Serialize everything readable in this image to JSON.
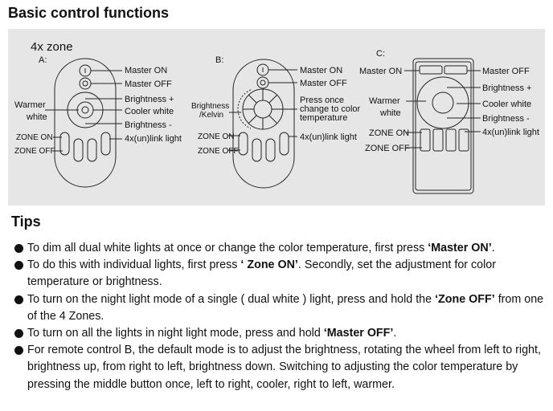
{
  "heading": "Basic control functions",
  "diagram": {
    "title": "4x zone",
    "a": {
      "label": "A:",
      "master_on": "Master ON",
      "master_off": "Master OFF",
      "brightness_up": "Brightness +",
      "cooler": "Cooler white",
      "brightness_down": "Brightness -",
      "link": "4x(un)link light",
      "warmer1": "Warmer",
      "warmer2": "white",
      "zone_on": "ZONE ON",
      "zone_off": "ZONE OFF"
    },
    "b": {
      "label": "B:",
      "master_on": "Master ON",
      "master_off": "Master OFF",
      "press1": "Press once",
      "press2": "change to color",
      "press3": "temperature",
      "link": "4x(un)link light",
      "bk1": "Brightness",
      "bk2": "/Kelvin",
      "zone_on": "ZONE ON",
      "zone_off": "ZONE OFF"
    },
    "c": {
      "label": "C:",
      "master_on": "Master ON",
      "master_off": "Master OFF",
      "brightness_up": "Brightness +",
      "cooler": "Cooler white",
      "brightness_down": "Brightness -",
      "link": "4x(un)link light",
      "warmer1": "Warmer",
      "warmer2": "white",
      "zone_on": "ZONE ON",
      "zone_off": "ZONE OFF"
    }
  },
  "tips_heading": "Tips",
  "tips": [
    {
      "text": "To dim all dual white lights at once or change the color temperature, first press ",
      "bold": "‘Master ON’",
      "after": "."
    },
    {
      "text": "To do this with individual lights, first press ",
      "bold": "‘ Zone ON’",
      "after": ". Secondly, set the adjustment for color temperature or brightness."
    },
    {
      "text": "To turn on the night light mode of a single ( dual white ) light, press and hold the ",
      "bold": "‘Zone OFF’",
      "after": " from one of the 4 Zones."
    },
    {
      "text": "To turn on all the lights in night light mode, press and hold ",
      "bold": "‘Master OFF’",
      "after": "."
    },
    {
      "text": "For remote control B, the default mode is to adjust the brightness, rotating the wheel from left to  right, brightness up, from right to left, brightness down. Switching to adjusting the color temperature by pressing the middle button once, left to right, cooler, right to left, warmer.",
      "bold": "",
      "after": ""
    }
  ]
}
